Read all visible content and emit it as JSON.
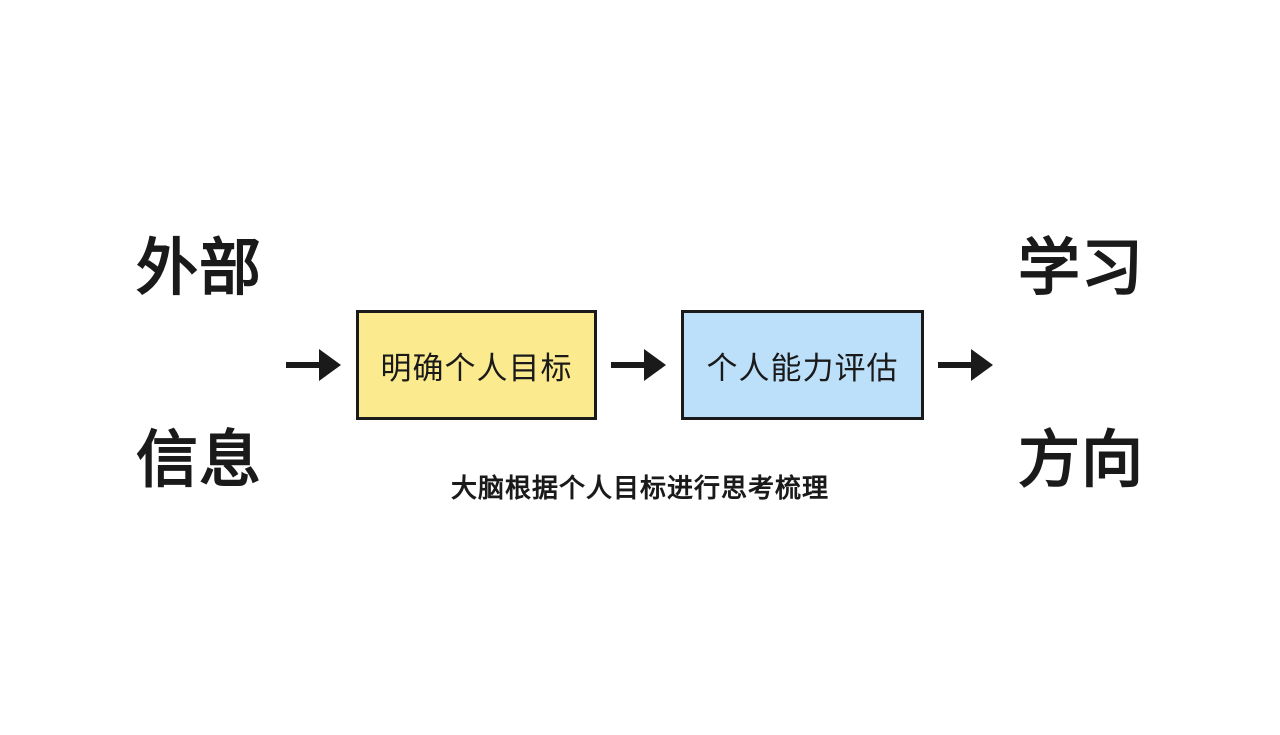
{
  "diagram": {
    "title_text_left": "外部信息",
    "title_text_right": "学习方向",
    "source": {
      "line1": "外部",
      "line2": "信息"
    },
    "result": {
      "line1": "学习",
      "line2": "方向"
    },
    "nodes": [
      {
        "label": "明确个人目标",
        "fill": "#fbeb8e",
        "border": "#1a1a1a"
      },
      {
        "label": "个人能力评估",
        "fill": "#bce0fa",
        "border": "#1a1a1a"
      }
    ],
    "arrows": [
      {
        "name": "arrow-source-to-goal"
      },
      {
        "name": "arrow-goal-to-ability"
      },
      {
        "name": "arrow-ability-to-result"
      }
    ],
    "caption": "大脑根据个人目标进行思考梳理",
    "colors": {
      "ink": "#1a1a1a",
      "background": "#ffffff",
      "node_yellow": "#fbeb8e",
      "node_blue": "#bce0fa"
    }
  }
}
